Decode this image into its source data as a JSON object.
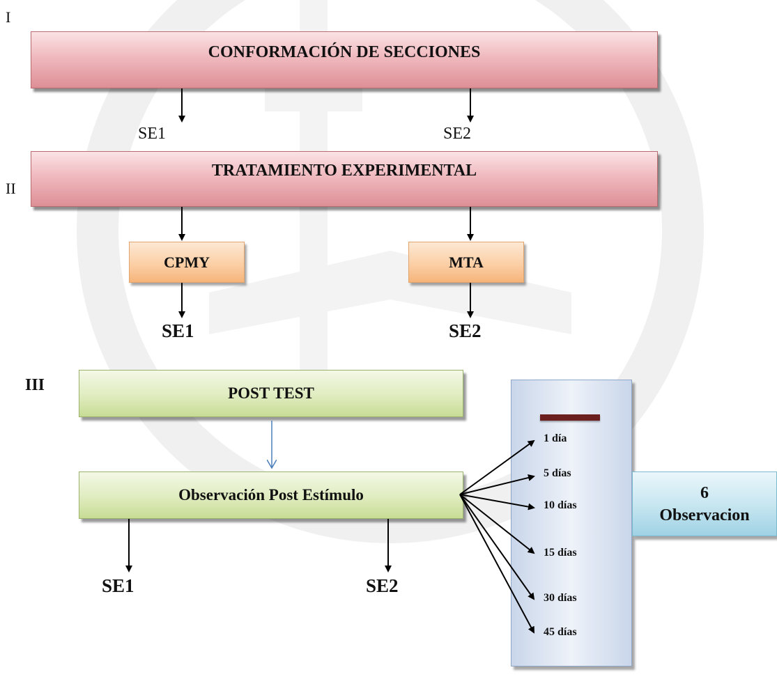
{
  "stages": {
    "stage1": "I",
    "stage2": "II",
    "stage3": "III"
  },
  "boxes": {
    "conformacion": "CONFORMACIÓN DE SECCIONES",
    "tratamiento": "TRATAMIENTO EXPERIMENTAL",
    "cpmy": "CPMY",
    "mta": "MTA",
    "post_test": "POST TEST",
    "observacion_post": "Observación Post Estímulo",
    "observacion_count": "6",
    "observacion_label": "Observacion"
  },
  "labels": {
    "se1_top": "SE1",
    "se2_top": "SE2",
    "se1_mid": "SE1",
    "se2_mid": "SE2",
    "se1_bottom": "SE1",
    "se2_bottom": "SE2"
  },
  "days": [
    "1 día",
    "5 días",
    "10 días",
    "15 días",
    "30 días",
    "45 días"
  ],
  "colors": {
    "pink_box": "#de8f96",
    "orange_box": "#f6b47a",
    "green_box": "#c8dc95",
    "blue_panel": "#c9d6ea",
    "teal_box": "#9fd2e4",
    "dark_bar": "#6b1f1f",
    "blue_arrow": "#4a7ebb"
  }
}
